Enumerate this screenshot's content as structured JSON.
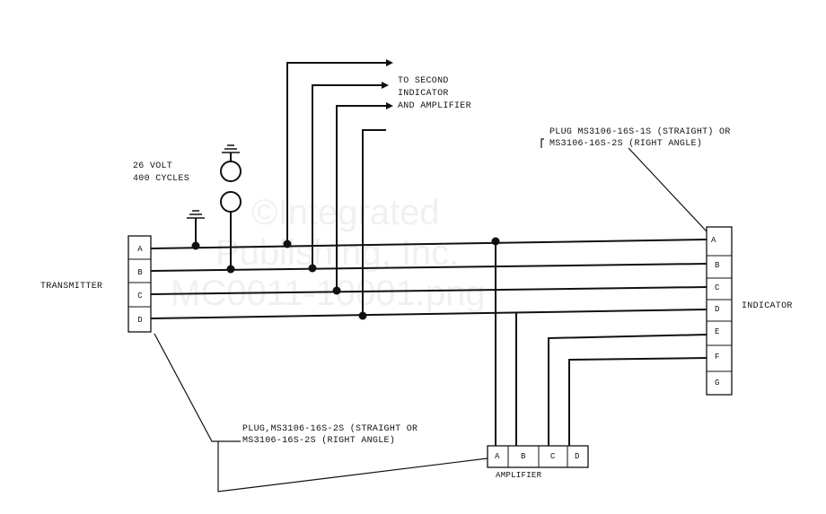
{
  "labels": {
    "to_second_line1": "TO SECOND",
    "to_second_line2": "INDICATOR",
    "to_second_line3": "AND AMPLIFIER",
    "power_line1": "26 VOLT",
    "power_line2": "400 CYCLES",
    "transmitter": "TRANSMITTER",
    "indicator": "INDICATOR",
    "amplifier": "AMPLIFIER",
    "plug_indicator_line1": "PLUG MS3106-16S-1S (STRAIGHT) OR",
    "plug_indicator_line2": "MS3106-16S-2S (RIGHT ANGLE)",
    "plug_transmitter_line1": "PLUG,MS3106-16S-2S (STRAIGHT OR",
    "plug_transmitter_line2": "MS3106-16S-2S (RIGHT ANGLE)"
  },
  "transmitter_pins": [
    "A",
    "B",
    "C",
    "D"
  ],
  "indicator_pins": [
    "A",
    "B",
    "C",
    "D",
    "E",
    "F",
    "G"
  ],
  "amplifier_pins": [
    "A",
    "B",
    "C",
    "D"
  ],
  "watermark": [
    "©Integrated",
    "Publishing, Inc.",
    "MC0011-10001.png"
  ]
}
